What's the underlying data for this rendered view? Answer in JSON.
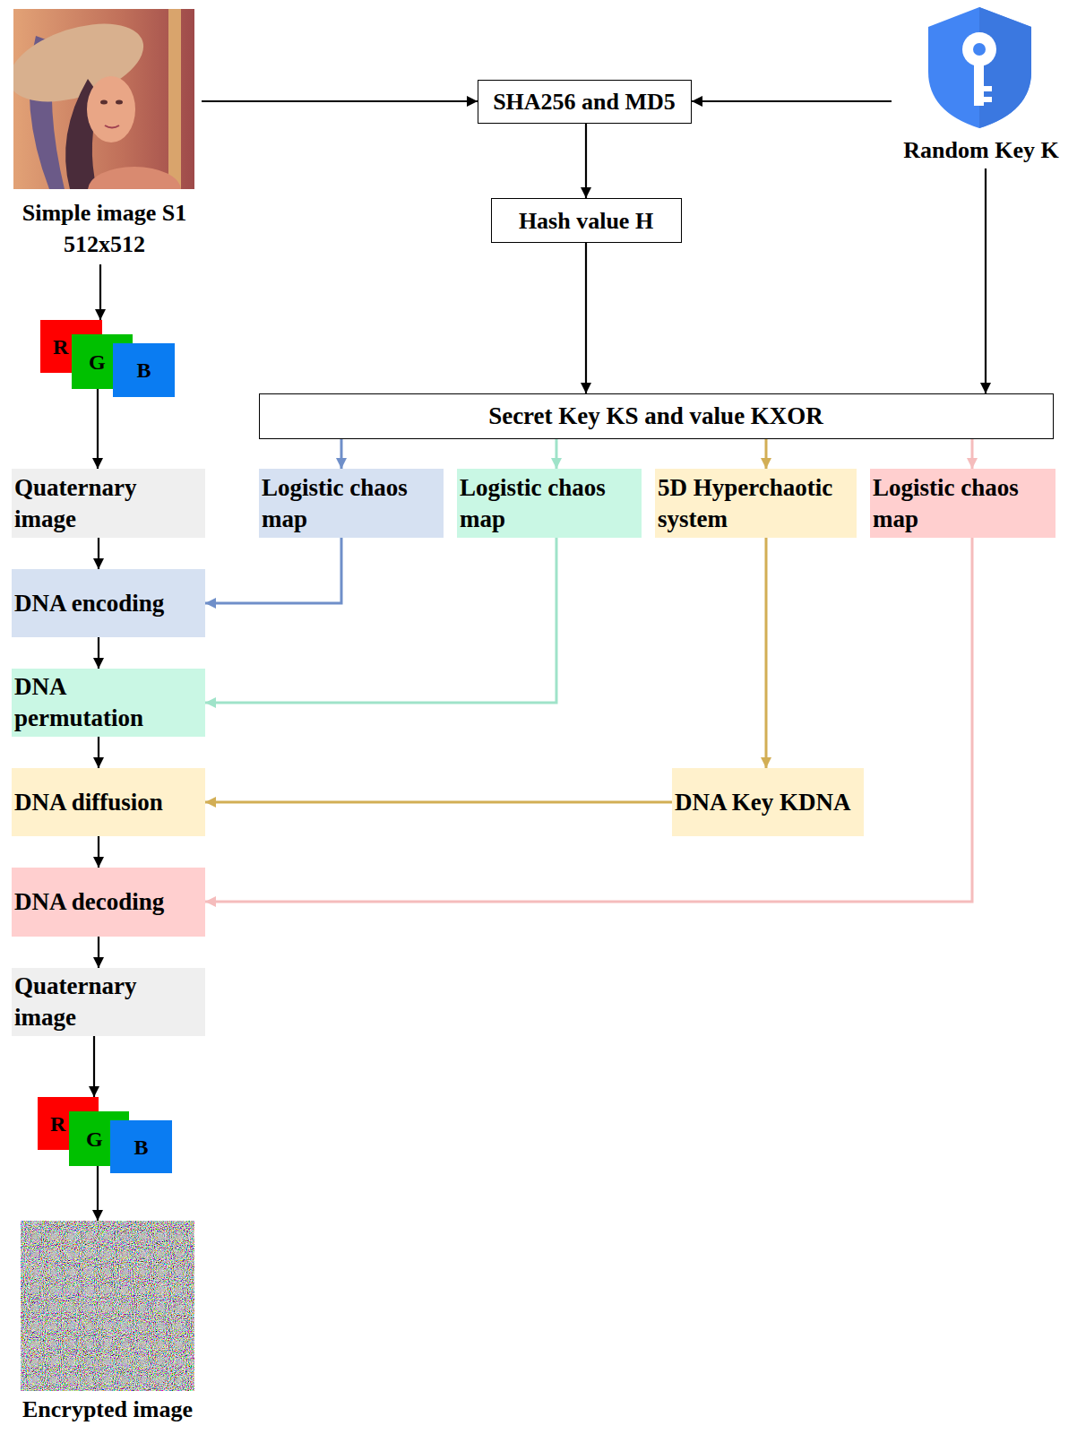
{
  "diagram": {
    "nodes": [
      {
        "text": [
          "Simple image S1 512x512"
        ]
      },
      {
        "text": [
          "SHA256 and MD5"
        ]
      },
      {
        "text": [
          "Random Key K"
        ]
      },
      {
        "text": [
          "Hash value H"
        ]
      },
      {
        "text": [
          "R"
        ]
      },
      {
        "text": [
          "G"
        ]
      },
      {
        "text": [
          "B"
        ]
      },
      {
        "text": [
          "Secret Key KS and value KXOR"
        ]
      },
      {
        "text": [
          "Quaternary image"
        ]
      },
      {
        "text": [
          "Logistic chaos map"
        ]
      },
      {
        "text": [
          "Logistic chaos map"
        ]
      },
      {
        "text": [
          "5D Hyperchaotic system"
        ]
      },
      {
        "text": [
          "Logistic chaos map"
        ]
      },
      {
        "text": [
          "DNA encoding"
        ]
      },
      {
        "text": [
          "DNA permutation"
        ]
      },
      {
        "text": [
          "DNA diffusion"
        ]
      },
      {
        "text": [
          "DNA Key KDNA"
        ]
      },
      {
        "text": [
          "DNA decoding"
        ]
      },
      {
        "text": [
          "Quaternary image"
        ]
      },
      {
        "text": [
          "R"
        ]
      },
      {
        "text": [
          "G"
        ]
      },
      {
        "text": [
          "B"
        ]
      },
      {
        "text": [
          "Encrypted image"
        ]
      }
    ],
    "edges": [
      {
        "from": 0,
        "to": 1,
        "arrow": "to"
      },
      {
        "from": 2,
        "to": 1,
        "arrow": "to"
      },
      {
        "from": 1,
        "to": 3,
        "arrow": "to"
      },
      {
        "from": 0,
        "to": 4,
        "arrow": "to"
      },
      {
        "from": 5,
        "to": 8,
        "arrow": "to"
      },
      {
        "from": 3,
        "to": 7,
        "arrow": "to"
      },
      {
        "from": 2,
        "to": 7,
        "arrow": "to"
      },
      {
        "from": 7,
        "to": 9,
        "arrow": "to"
      },
      {
        "from": 7,
        "to": 10,
        "arrow": "to"
      },
      {
        "from": 7,
        "to": 11,
        "arrow": "to"
      },
      {
        "from": 7,
        "to": 12,
        "arrow": "to"
      },
      {
        "from": 8,
        "to": 13,
        "arrow": "to"
      },
      {
        "from": 9,
        "to": 13,
        "arrow": "to"
      },
      {
        "from": 13,
        "to": 14,
        "arrow": "to"
      },
      {
        "from": 10,
        "to": 14,
        "arrow": "to"
      },
      {
        "from": 14,
        "to": 15,
        "arrow": "to"
      },
      {
        "from": 11,
        "to": 16,
        "arrow": "to"
      },
      {
        "from": 16,
        "to": 15,
        "arrow": "to"
      },
      {
        "from": 15,
        "to": 17,
        "arrow": "to"
      },
      {
        "from": 12,
        "to": 17,
        "arrow": "to"
      },
      {
        "from": 17,
        "to": 18,
        "arrow": "to"
      },
      {
        "from": 18,
        "to": 19,
        "arrow": "to"
      },
      {
        "from": 20,
        "to": 22,
        "arrow": "to"
      }
    ]
  }
}
